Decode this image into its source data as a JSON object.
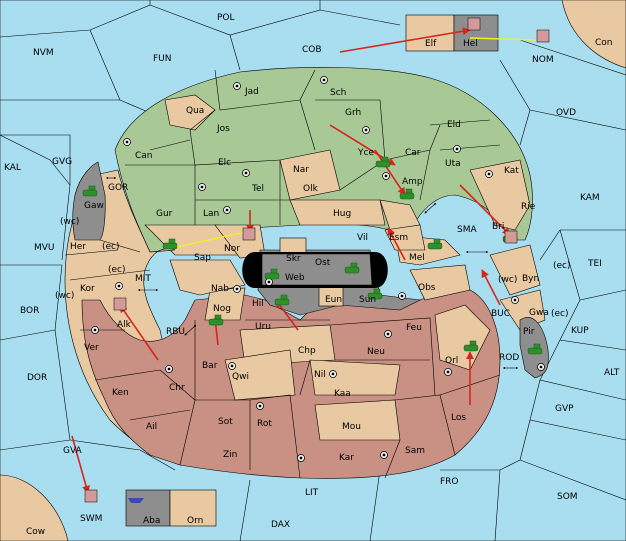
{
  "map": {
    "regions_sea": [
      "POL",
      "COB",
      "FUN",
      "NVM",
      "KAL",
      "GVG",
      "MVU",
      "BOR",
      "DOR",
      "OVD",
      "KAM",
      "TEI",
      "KUP",
      "ALT",
      "GVP",
      "SOM",
      "FRO",
      "LIT",
      "DAX",
      "GVA",
      "SMA",
      "MIT",
      "RBU",
      "ROD",
      "BUC",
      "GOR",
      "(wc)",
      "(ec)"
    ],
    "regions_land": {
      "top_right": [
        "Con"
      ],
      "far_top": [
        "Elf",
        "Hel",
        "NOM"
      ],
      "bottom_left": [
        "Cow",
        "SWM"
      ],
      "bottom_center": [
        "Aba",
        "Orn"
      ],
      "inner_top": [
        "Jad",
        "Sch",
        "Qua",
        "Jos",
        "Grh",
        "Eld",
        "Can",
        "Elc",
        "Nar",
        "Yce",
        "Car",
        "Uta",
        "Kat",
        "Amp",
        "Tel",
        "Olk",
        "Gur",
        "Lan",
        "Hug",
        "Rie",
        "Sap",
        "Nor",
        "Skr",
        "Ost",
        "Vil",
        "Esm",
        "Bri"
      ],
      "inner_bottom": [
        "Gaw",
        "Her",
        "Kor",
        "Alk",
        "Ver",
        "Ken",
        "Chr",
        "Ail",
        "Nab",
        "Nog",
        "Hil",
        "Uru",
        "Bar",
        "Qwi",
        "Web",
        "Eun",
        "Sun",
        "Mel",
        "Obs",
        "Byn",
        "Gwa",
        "Pir",
        "Feu",
        "Chp",
        "Neu",
        "Nil",
        "Orl",
        "Kaa",
        "Sot",
        "Rot",
        "Mou",
        "Los",
        "Zin",
        "Kar",
        "Sam"
      ]
    },
    "unit_markers": [
      "army-1",
      "army-2",
      "army-3",
      "army-4",
      "army-5",
      "army-6",
      "army-7",
      "army-8",
      "army-9",
      "army-10",
      "army-11",
      "army-12",
      "army-13",
      "army-14",
      "army-15",
      "army-16",
      "army-17",
      "army-18",
      "fleet-1",
      "fleet-2",
      "fleet-3",
      "fleet-4",
      "fleet-5",
      "fleet-6",
      "fleet-7"
    ],
    "colors": {
      "sea": "#a9def0",
      "land": "#e8c9a1",
      "green_power": "#a8c995",
      "red_power": "#c99084",
      "gray_power": "#8e8e8e",
      "move_order": "#d7261e",
      "support_order": "#f4f41c"
    },
    "icons": [
      "supply-center-icon",
      "army-icon",
      "fleet-icon",
      "move-arrow",
      "support-line",
      "double-arrow-icon"
    ]
  }
}
